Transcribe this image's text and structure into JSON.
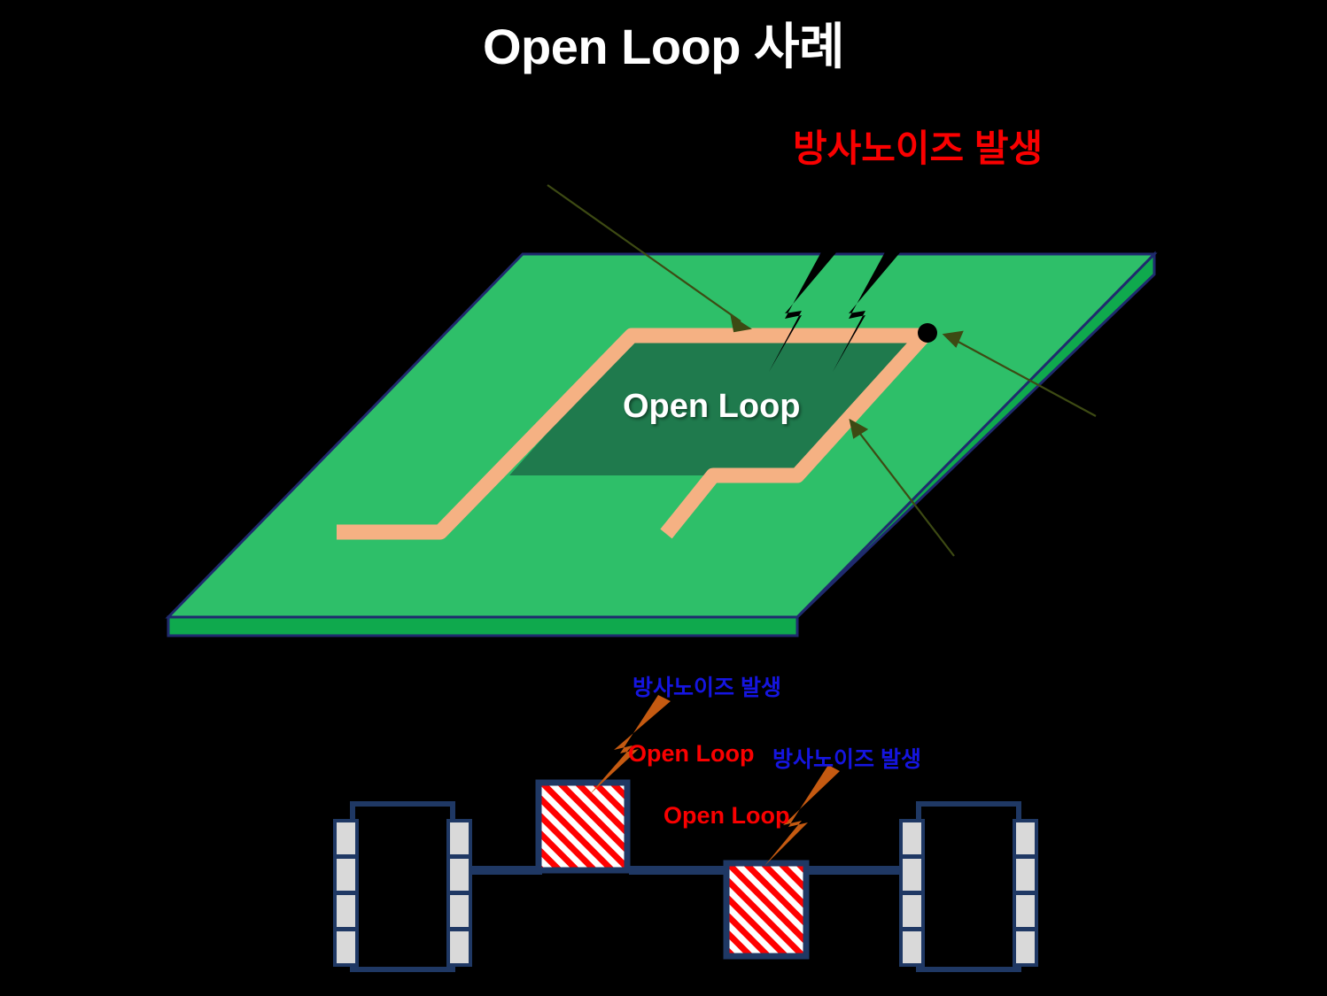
{
  "title": "Open Loop 사례",
  "board": {
    "noise_label": "방사노이즈 발생",
    "loop_label": "Open Loop",
    "colors": {
      "board_top": "#2ebf69",
      "board_side": "#0fa94d",
      "board_outline": "#1f2a6e",
      "loop_fill": "#1f7a4d",
      "trace": "#f5b183",
      "arrow": "#3d4a13",
      "bolt": "#000000",
      "noise_text": "#fa0000",
      "loop_text": "#ffffff"
    }
  },
  "schematic": {
    "noise_label_1": "방사노이즈 발생",
    "noise_label_2": "방사노이즈 발생",
    "openloop_label_1": "Open Loop",
    "openloop_label_2": "Open Loop",
    "colors": {
      "ic_outline": "#1f3864",
      "ic_fill": "#000000",
      "pin_fill": "#d9d9d9",
      "wire": "#1f3864",
      "hatch_red": "#ff0000",
      "hatch_bg": "#ffffff",
      "bolt": "#c55a11",
      "noise_text": "#1515e0",
      "openloop_text": "#fa0000"
    },
    "ic_left_pins": 4,
    "ic_right_pins": 4
  },
  "background_color": "#000000"
}
